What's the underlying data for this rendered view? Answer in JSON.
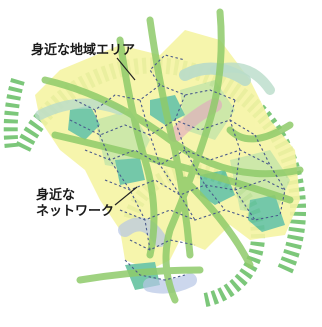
{
  "labels": {
    "area": "身近な地域エリア",
    "network_line1": "身近な",
    "network_line2": "ネットワーク"
  },
  "colors": {
    "ring_dash": "#7cc77a",
    "route_green": "#8fcb6a",
    "route_light": "#b9dcc9",
    "route_blue": "#b7c6e6",
    "route_pink": "#e3a3c2",
    "area_yellow": "#f6f4a4",
    "area_lightgreen": "#c8e6a0",
    "area_teal": "#66c3a0",
    "dotted_line": "#4a5a8c",
    "leader": "#222222",
    "label_text": "#1a1a1a"
  }
}
